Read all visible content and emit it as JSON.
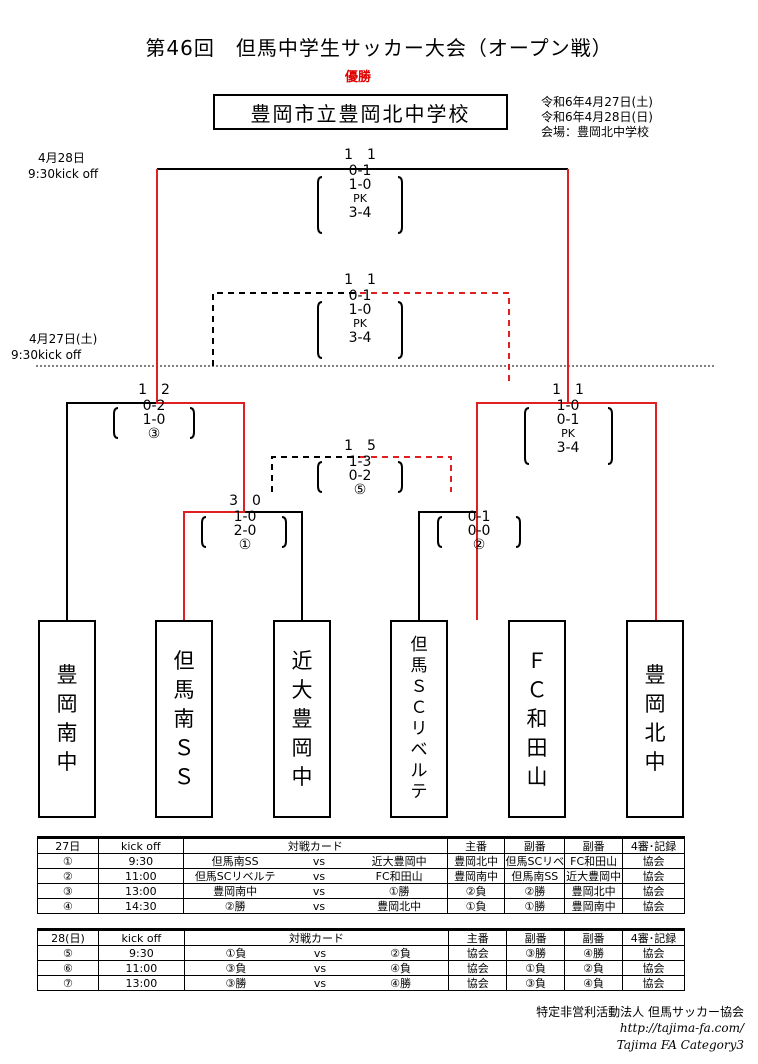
{
  "title": "第46回　但馬中学生サッカー大会（オープン戦）",
  "champion_label": "優勝",
  "champion": "豊岡市立豊岡北中学校",
  "dates": [
    "令和6年4月27日(土)",
    "令和6年4月28日(日)",
    "会場：豊岡北中学校"
  ],
  "day2": {
    "date": "4月28日",
    "kickoff": "9:30kick off"
  },
  "day1": {
    "date": "4月27日(土)",
    "kickoff": "9:30kick off"
  },
  "colors": {
    "winner_line": "#e02020",
    "line": "#000000"
  },
  "matches": {
    "final": {
      "score_top": "1　1",
      "lines": [
        "0-1",
        "1-0",
        "PK",
        "3-4"
      ]
    },
    "third_place": {
      "score_top": "1　1",
      "lines": [
        "0-1",
        "1-0",
        "PK",
        "3-4"
      ]
    },
    "semi_left": {
      "score_top": "1　2",
      "lines": [
        "0-2",
        "1-0"
      ],
      "no": "③"
    },
    "semi_right": {
      "score_top": "1　1",
      "lines": [
        "1-0",
        "0-1",
        "PK",
        "3-4"
      ]
    },
    "fifth": {
      "score_top": "1　5",
      "lines": [
        "1-3",
        "0-2"
      ],
      "no": "⑤"
    },
    "q1": {
      "score_top": "3　0",
      "lines": [
        "1-0",
        "2-0"
      ],
      "no": "①"
    },
    "q2": {
      "lines": [
        "0-1",
        "0-0"
      ],
      "no": "②"
    }
  },
  "teams": [
    {
      "chars": [
        "豊",
        "岡",
        "南",
        "中"
      ]
    },
    {
      "chars": [
        "但",
        "馬",
        "南",
        "Ｓ",
        "Ｓ"
      ]
    },
    {
      "chars": [
        "近",
        "大",
        "豊",
        "岡",
        "中"
      ]
    },
    {
      "chars": [
        "但",
        "馬",
        "Ｓ",
        "Ｃ",
        "リ",
        "ベ",
        "ル",
        "テ"
      ]
    },
    {
      "chars": [
        "Ｆ",
        "Ｃ",
        "和",
        "田",
        "山"
      ]
    },
    {
      "chars": [
        "豊",
        "岡",
        "北",
        "中"
      ]
    }
  ],
  "schedule27": {
    "header": [
      "27日",
      "kick off",
      "対戦カード",
      "主番",
      "副番",
      "副番",
      "4審･記録"
    ],
    "rows": [
      [
        "①",
        "9:30",
        "但馬南SS",
        "vs",
        "近大豊岡中",
        "豊岡北中",
        "但馬SCリベ",
        "FC和田山",
        "協会"
      ],
      [
        "②",
        "11:00",
        "但馬SCリベルテ",
        "vs",
        "FC和田山",
        "豊岡南中",
        "但馬南SS",
        "近大豊岡中",
        "協会"
      ],
      [
        "③",
        "13:00",
        "豊岡南中",
        "vs",
        "①勝",
        "②負",
        "②勝",
        "豊岡北中",
        "協会"
      ],
      [
        "④",
        "14:30",
        "②勝",
        "vs",
        "豊岡北中",
        "①負",
        "①勝",
        "豊岡南中",
        "協会"
      ]
    ]
  },
  "schedule28": {
    "header": [
      "28(日)",
      "kick off",
      "対戦カード",
      "主番",
      "副番",
      "副番",
      "4審･記録"
    ],
    "rows": [
      [
        "⑤",
        "9:30",
        "①負",
        "vs",
        "②負",
        "協会",
        "③勝",
        "④勝",
        "協会"
      ],
      [
        "⑥",
        "11:00",
        "③負",
        "vs",
        "④負",
        "協会",
        "①負",
        "②負",
        "協会"
      ],
      [
        "⑦",
        "13:00",
        "③勝",
        "vs",
        "④勝",
        "協会",
        "③負",
        "④負",
        "協会"
      ]
    ]
  },
  "footer": [
    "特定非営利活動法人 但馬サッカー協会",
    "http://tajima-fa.com/",
    "Tajima FA Category3"
  ]
}
